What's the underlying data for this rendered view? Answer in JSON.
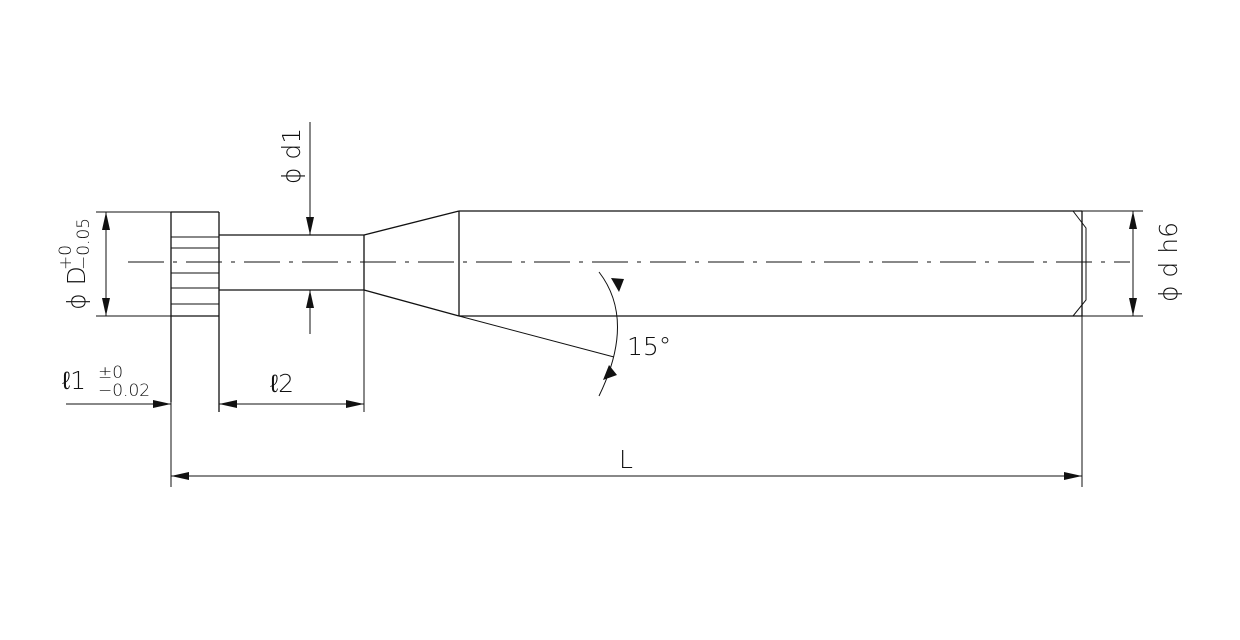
{
  "drawing": {
    "labels": {
      "phi": "ϕ",
      "D": "D",
      "D_tol_plus": "+0",
      "D_tol_minus": "−0.05",
      "d1": "d1",
      "d_h6": "d h6",
      "l1": "ℓ1",
      "l1_tol_plus": "±0",
      "l1_tol_minus": "−0.02",
      "l2": "ℓ2",
      "L": "L",
      "angle": "15°"
    }
  }
}
